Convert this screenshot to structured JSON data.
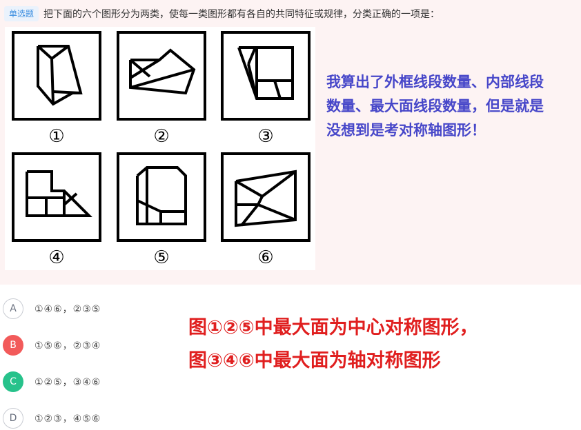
{
  "question": {
    "type_badge": "单选题",
    "text": "把下面的六个图形分为两类，使每一类图形都有各自的共同特征或规律，分类正确的一项是："
  },
  "figures": [
    {
      "label": "①"
    },
    {
      "label": "②"
    },
    {
      "label": "③"
    },
    {
      "label": "④"
    },
    {
      "label": "⑤"
    },
    {
      "label": "⑥"
    }
  ],
  "annotation_blue": {
    "line1": "我算出了外框线段数量、内部线段",
    "line2": "数量、最大面线段数量，但是就是",
    "line3": "没想到是考对称轴图形！"
  },
  "options": [
    {
      "letter": "A",
      "text": "①④⑥，②③⑤",
      "state": "default"
    },
    {
      "letter": "B",
      "text": "①⑤⑥，②③④",
      "state": "wrong"
    },
    {
      "letter": "C",
      "text": "①②⑤，③④⑥",
      "state": "correct"
    },
    {
      "letter": "D",
      "text": "①②③，④⑤⑥",
      "state": "default"
    }
  ],
  "annotation_red": {
    "line1": "图①②⑤中最大面为中心对称图形，",
    "line2": "图③④⑥中最大面为轴对称图形"
  },
  "colors": {
    "badge_text": "#3d8fe0",
    "annotation_blue": "#4747c9",
    "annotation_red": "#e01f1f",
    "option_wrong": "#f25a5a",
    "option_correct": "#27c28b"
  }
}
